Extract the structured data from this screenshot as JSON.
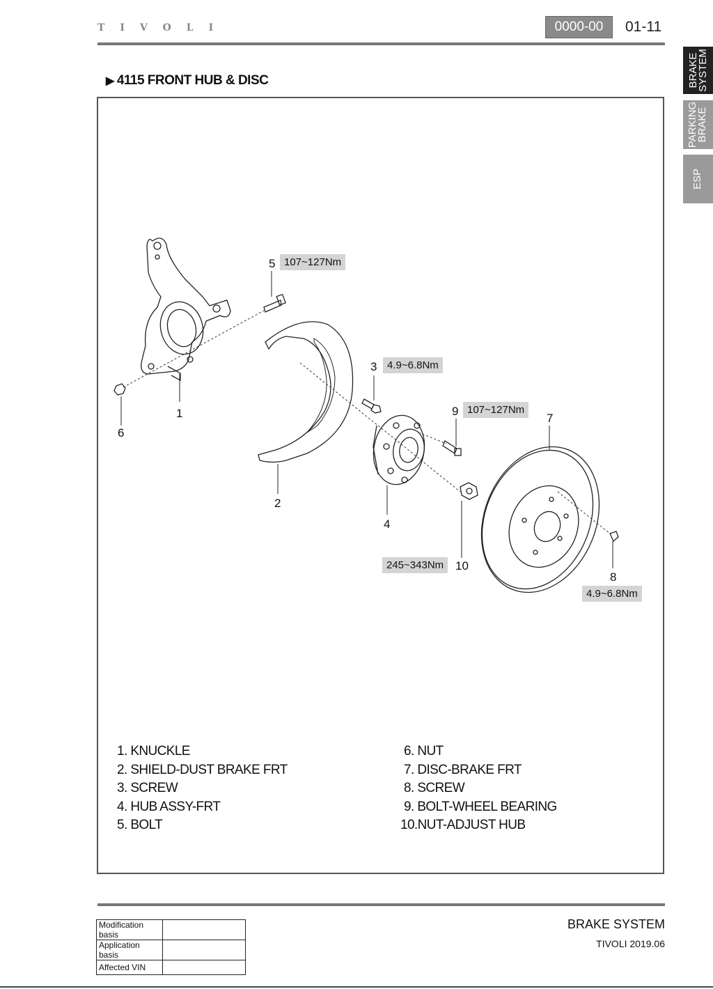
{
  "header": {
    "brand": "TIVOLI",
    "code": "0000-00",
    "page": "01-11"
  },
  "side_tabs": [
    {
      "label": "BRAKE SYSTEM",
      "active": true,
      "color": "#222222"
    },
    {
      "label": "PARKING BRAKE",
      "active": false,
      "color": "#9a9a9a"
    },
    {
      "label": "ESP",
      "active": false,
      "color": "#9a9a9a"
    }
  ],
  "section": {
    "title": "4115 FRONT HUB & DISC"
  },
  "diagram": {
    "callouts": [
      "1",
      "2",
      "3",
      "4",
      "5",
      "6",
      "7",
      "8",
      "9",
      "10"
    ],
    "torques": {
      "bolt_5": "107~127Nm",
      "screw_3": "4.9~6.8Nm",
      "bolt_9": "107~127Nm",
      "nut_10": "245~343Nm",
      "screw_8": "4.9~6.8Nm"
    }
  },
  "parts_left": [
    "1. KNUCKLE",
    "2. SHIELD-DUST BRAKE FRT",
    "3. SCREW",
    "4. HUB ASSY-FRT",
    "5. BOLT"
  ],
  "parts_right": [
    "6. NUT",
    "7. DISC-BRAKE FRT",
    "8. SCREW",
    "9. BOLT-WHEEL BEARING",
    "10.NUT-ADJUST HUB"
  ],
  "footer": {
    "system": "BRAKE SYSTEM",
    "model": "TIVOLI 2019.06",
    "basis_rows": [
      "Modification basis",
      "Application basis",
      "Affected VIN"
    ]
  }
}
